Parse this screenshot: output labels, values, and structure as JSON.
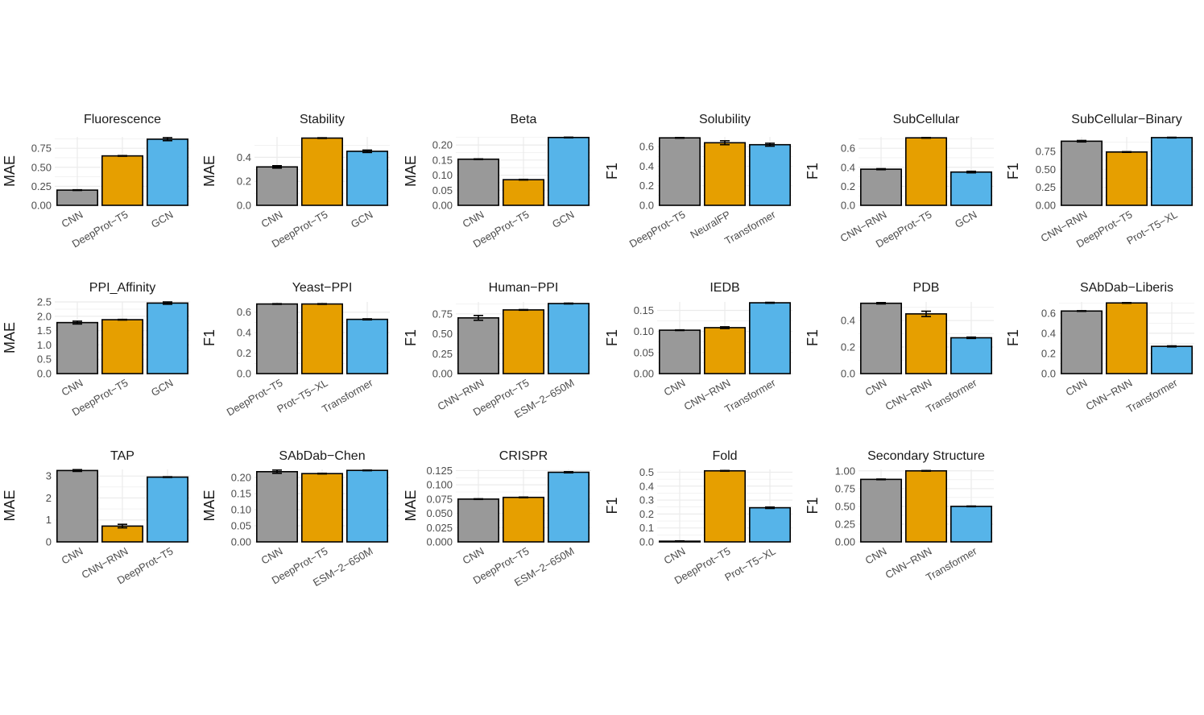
{
  "colors": {
    "grid": "#ebebeb",
    "bar_outline": "#000000",
    "series": [
      "#999999",
      "#E69F00",
      "#56B4E9"
    ]
  },
  "chart_data": [
    {
      "type": "bar",
      "title": "Fluorescence",
      "ylabel": "MAE",
      "categories": [
        "CNN",
        "DeepProt−T5",
        "GCN"
      ],
      "values": [
        0.2,
        0.65,
        0.87
      ],
      "errors": [
        0.0,
        0.0,
        0.02
      ],
      "ylim": [
        0,
        0.9
      ],
      "yticks": [
        "0.00",
        "0.25",
        "0.50",
        "0.75"
      ]
    },
    {
      "type": "bar",
      "title": "Stability",
      "ylabel": "MAE",
      "categories": [
        "CNN",
        "DeepProt−T5",
        "GCN"
      ],
      "values": [
        0.32,
        0.56,
        0.45
      ],
      "errors": [
        0.01,
        0.0,
        0.01
      ],
      "ylim": [
        0,
        0.57
      ],
      "yticks": [
        "0.0",
        "0.2",
        "0.4"
      ]
    },
    {
      "type": "bar",
      "title": "Beta",
      "ylabel": "MAE",
      "categories": [
        "CNN",
        "DeepProt−T5",
        "GCN"
      ],
      "values": [
        0.153,
        0.085,
        0.225
      ],
      "errors": [
        0.001,
        0.0,
        0.001
      ],
      "ylim": [
        0,
        0.227
      ],
      "yticks": [
        "0.00",
        "0.05",
        "0.10",
        "0.15",
        "0.20"
      ]
    },
    {
      "type": "bar",
      "title": "Solubility",
      "ylabel": "F1",
      "categories": [
        "DeepProt−T5",
        "NeuralFP",
        "Transformer"
      ],
      "values": [
        0.69,
        0.64,
        0.62
      ],
      "errors": [
        0.0,
        0.02,
        0.015
      ],
      "ylim": [
        0,
        0.7
      ],
      "yticks": [
        "0.0",
        "0.2",
        "0.4",
        "0.6"
      ]
    },
    {
      "type": "bar",
      "title": "SubCellular",
      "ylabel": "F1",
      "categories": [
        "CNN−RNN",
        "DeepProt−T5",
        "GCN"
      ],
      "values": [
        0.38,
        0.71,
        0.35
      ],
      "errors": [
        0.005,
        0.0,
        0.008
      ],
      "ylim": [
        0,
        0.72
      ],
      "yticks": [
        "0.0",
        "0.2",
        "0.4",
        "0.6"
      ]
    },
    {
      "type": "bar",
      "title": "SubCellular−Binary",
      "ylabel": "F1",
      "categories": [
        "CNN−RNN",
        "DeepProt−T5",
        "Prot−T5−XL"
      ],
      "values": [
        0.89,
        0.74,
        0.94
      ],
      "errors": [
        0.01,
        0.0,
        0.0
      ],
      "ylim": [
        0,
        0.95
      ],
      "yticks": [
        "0.00",
        "0.25",
        "0.50",
        "0.75"
      ]
    },
    {
      "type": "bar",
      "title": "PPI_Affinity",
      "ylabel": "MAE",
      "categories": [
        "CNN",
        "DeepProt−T5",
        "GCN"
      ],
      "values": [
        1.78,
        1.88,
        2.46
      ],
      "errors": [
        0.05,
        0.0,
        0.04
      ],
      "ylim": [
        0,
        2.5
      ],
      "yticks": [
        "0.0",
        "0.5",
        "1.0",
        "1.5",
        "2.0",
        "2.5"
      ]
    },
    {
      "type": "bar",
      "title": "Yeast−PPI",
      "ylabel": "F1",
      "categories": [
        "DeepProt−T5",
        "Prot−T5−XL",
        "Transformer"
      ],
      "values": [
        0.68,
        0.68,
        0.53
      ],
      "errors": [
        0.0,
        0.0,
        0.005
      ],
      "ylim": [
        0,
        0.7
      ],
      "yticks": [
        "0.0",
        "0.2",
        "0.4",
        "0.6"
      ]
    },
    {
      "type": "bar",
      "title": "Human−PPI",
      "ylabel": "F1",
      "categories": [
        "CNN−RNN",
        "DeepProt−T5",
        "ESM−2−650M"
      ],
      "values": [
        0.7,
        0.8,
        0.88
      ],
      "errors": [
        0.03,
        0.0,
        0.005
      ],
      "ylim": [
        0,
        0.9
      ],
      "yticks": [
        "0.00",
        "0.25",
        "0.50",
        "0.75"
      ]
    },
    {
      "type": "bar",
      "title": "IEDB",
      "ylabel": "F1",
      "categories": [
        "CNN",
        "CNN−RNN",
        "Transformer"
      ],
      "values": [
        0.103,
        0.109,
        0.168
      ],
      "errors": [
        0.0,
        0.002,
        0.001
      ],
      "ylim": [
        0,
        0.17
      ],
      "yticks": [
        "0.00",
        "0.05",
        "0.10",
        "0.15"
      ]
    },
    {
      "type": "bar",
      "title": "PDB",
      "ylabel": "F1",
      "categories": [
        "CNN",
        "CNN−RNN",
        "Transformer"
      ],
      "values": [
        0.53,
        0.45,
        0.27
      ],
      "errors": [
        0.005,
        0.02,
        0.005
      ],
      "ylim": [
        0,
        0.54
      ],
      "yticks": [
        "0.0",
        "0.2",
        "0.4"
      ]
    },
    {
      "type": "bar",
      "title": "SAbDab−Liberis",
      "ylabel": "F1",
      "categories": [
        "CNN",
        "CNN−RNN",
        "Transformer"
      ],
      "values": [
        0.62,
        0.7,
        0.27
      ],
      "errors": [
        0.0,
        0.0,
        0.005
      ],
      "ylim": [
        0,
        0.71
      ],
      "yticks": [
        "0.0",
        "0.2",
        "0.4",
        "0.6"
      ]
    },
    {
      "type": "bar",
      "title": "TAP",
      "ylabel": "MAE",
      "categories": [
        "CNN",
        "CNN−RNN",
        "DeepProt−T5"
      ],
      "values": [
        3.25,
        0.72,
        2.95
      ],
      "errors": [
        0.04,
        0.08,
        0.0
      ],
      "ylim": [
        0,
        3.3
      ],
      "yticks": [
        "0",
        "1",
        "2",
        "3"
      ]
    },
    {
      "type": "bar",
      "title": "SAbDab−Chen",
      "ylabel": "MAE",
      "categories": [
        "CNN",
        "DeepProt−T5",
        "ESM−2−650M"
      ],
      "values": [
        0.218,
        0.212,
        0.222
      ],
      "errors": [
        0.005,
        0.0,
        0.001
      ],
      "ylim": [
        0,
        0.225
      ],
      "yticks": [
        "0.00",
        "0.05",
        "0.10",
        "0.15",
        "0.20"
      ]
    },
    {
      "type": "bar",
      "title": "CRISPR",
      "ylabel": "MAE",
      "categories": [
        "CNN",
        "DeepProt−T5",
        "ESM−2−650M"
      ],
      "values": [
        0.075,
        0.078,
        0.122
      ],
      "errors": [
        0.0,
        0.0,
        0.001
      ],
      "ylim": [
        0,
        0.127
      ],
      "yticks": [
        "0.000",
        "0.025",
        "0.050",
        "0.075",
        "0.100",
        "0.125"
      ]
    },
    {
      "type": "bar",
      "title": "Fold",
      "ylabel": "F1",
      "categories": [
        "CNN",
        "DeepProt−T5",
        "Prot−T5−XL"
      ],
      "values": [
        0.005,
        0.51,
        0.245
      ],
      "errors": [
        0.0,
        0.0,
        0.005
      ],
      "ylim": [
        0,
        0.52
      ],
      "yticks": [
        "0.0",
        "0.1",
        "0.2",
        "0.3",
        "0.4",
        "0.5"
      ]
    },
    {
      "type": "bar",
      "title": "Secondary Structure",
      "ylabel": "F1",
      "categories": [
        "CNN",
        "CNN−RNN",
        "Transformer"
      ],
      "values": [
        0.88,
        1.0,
        0.5
      ],
      "errors": [
        0.0,
        0.0,
        0.0
      ],
      "ylim": [
        0,
        1.02
      ],
      "yticks": [
        "0.00",
        "0.25",
        "0.50",
        "0.75",
        "1.00"
      ]
    }
  ]
}
